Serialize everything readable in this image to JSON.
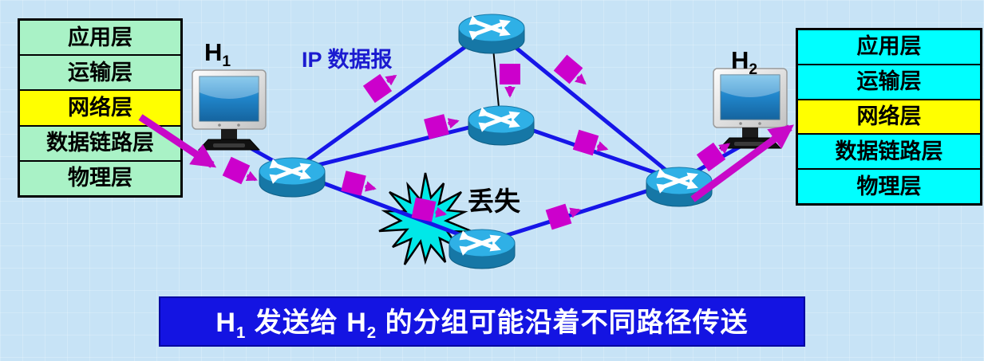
{
  "hosts": {
    "h1": {
      "label": "H",
      "sub": "1"
    },
    "h2": {
      "label": "H",
      "sub": "2"
    }
  },
  "annotations": {
    "ip_datagram": "IP 数据报",
    "lost": "丢失"
  },
  "protocol_layers": [
    "应用层",
    "运输层",
    "网络层",
    "数据链路层",
    "物理层"
  ],
  "stacks": {
    "left": {
      "host": "H1",
      "bg_color": "#a9f2c6",
      "highlight_color": "#ffff00",
      "highlighted_layer": "网络层"
    },
    "right": {
      "host": "H2",
      "bg_color": "#00ffff",
      "highlight_color": "#ffff00",
      "highlighted_layer": "网络层"
    }
  },
  "caption": {
    "bg_color": "#1414e2",
    "text_color": "#ffffff",
    "parts": {
      "h1": "H",
      "h1_sub": "1",
      "middle": " 发送给 H",
      "h2_sub": "2",
      "rest": " 的分组可能沿着不同路径传送"
    }
  },
  "colors": {
    "background": "#c7e3f6",
    "link_line": "#1616e8",
    "packet": "#cc00cc",
    "path_arrow": "#c808c8",
    "router_top": "#2fb0e6",
    "router_side": "#1677a6",
    "starburst": "#00e8e8",
    "ip_label": "#1b1bd0"
  },
  "icons": {
    "router": "router-icon",
    "host_computer": "computer-icon",
    "packet": "packet-icon",
    "lost_burst": "starburst-icon"
  }
}
